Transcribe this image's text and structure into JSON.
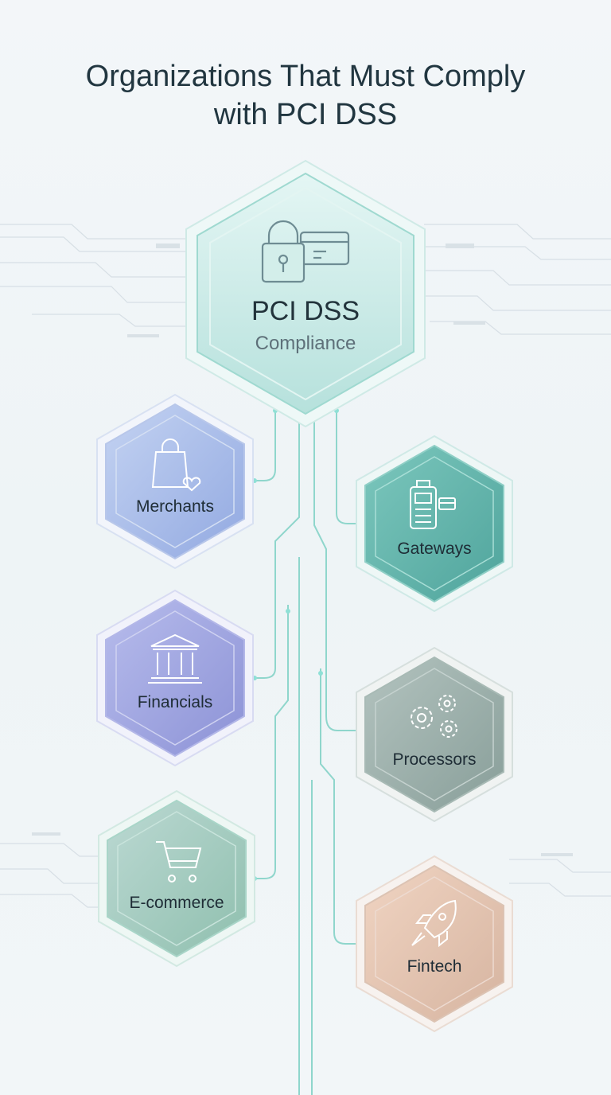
{
  "title": {
    "line1": "Organizations That Must Comply",
    "line2": "with PCI DSS"
  },
  "hub": {
    "title": "PCI DSS",
    "subtitle": "Compliance",
    "icon": "lock-card-icon"
  },
  "nodes": [
    {
      "label": "Merchants",
      "icon": "shopping-bag-heart-icon",
      "color": "#9fb3e6"
    },
    {
      "label": "Gateways",
      "icon": "payment-terminal-icon",
      "color": "#5fb3aa"
    },
    {
      "label": "Financials",
      "icon": "bank-building-icon",
      "color": "#9a9fdc"
    },
    {
      "label": "Processors",
      "icon": "gears-icon",
      "color": "#93a8a3"
    },
    {
      "label": "E-commerce",
      "icon": "shopping-cart-icon",
      "color": "#9cc4b8"
    },
    {
      "label": "Fintech",
      "icon": "rocket-icon",
      "color": "#e3bca4"
    }
  ],
  "colors": {
    "hub": "#bfe6e2",
    "line": "#7fd1c7",
    "text": "#213640"
  }
}
